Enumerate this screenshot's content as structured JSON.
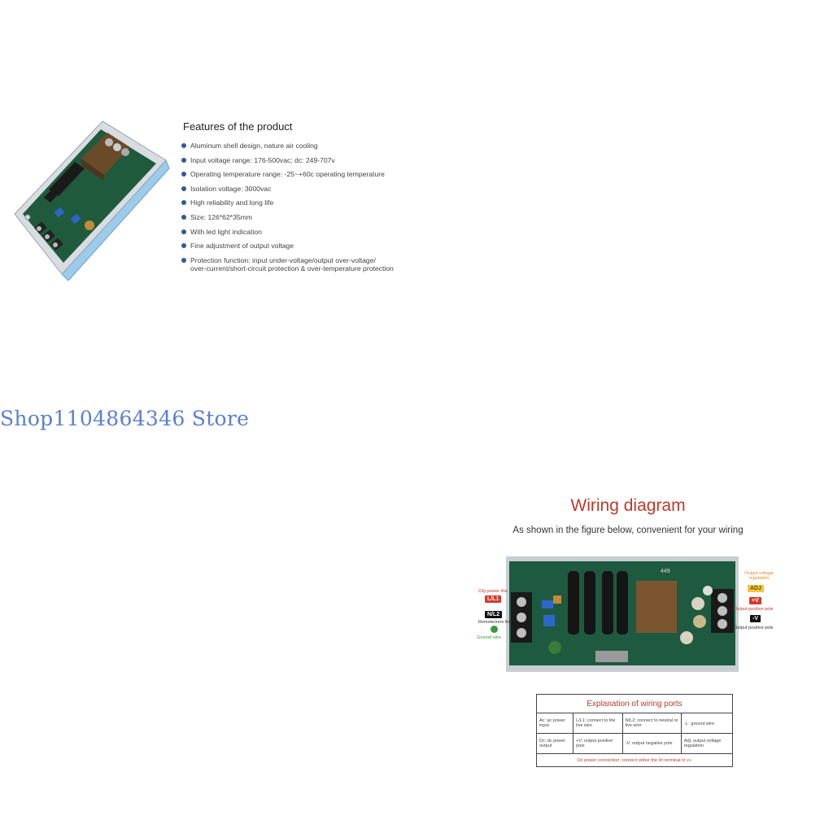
{
  "features": {
    "title": "Features of the product",
    "items": [
      "Aluminum shell design, nature air cooling",
      "Input voltage range: 176-500vac; dc: 249-707v",
      "Operating temperature range: -25~+60c operating temperature",
      "Isolation voltage: 3000vac",
      "High reliability and long life",
      "Size: 126*62*35mm",
      "With led light indication",
      "Fine adjustment of output voltage"
    ],
    "protection_line1": "Protection function: input under-voltage/output over-voltage/",
    "protection_line2": "over-current/short-circuit protection & over-temperature protection"
  },
  "store": {
    "name": "Shop1104864346 Store"
  },
  "wiring": {
    "title": "Wiring diagram",
    "subtitle": "As shown in the figure below, convenient for your wiring",
    "left_labels": {
      "city_power_live": "City power line",
      "l1": "L/L1",
      "n2": "N/L2",
      "neutral": "Remote/zero line",
      "ground": "Ground wire"
    },
    "right_labels": {
      "output_adj_note": "Output voltage regulation",
      "adj": "ADJ",
      "plus_v": "+V",
      "positive_pole": "Output positive pole",
      "minus_v": "-V",
      "negative_pole": "Output positive pole"
    },
    "board_marking": "449"
  },
  "ports": {
    "title": "Explanation of wiring ports",
    "rows": [
      [
        "Ac: ac power input",
        "L/L1: connect to the live wire",
        "N/L2: connect to neutral or live wire",
        "⏚: ground wire"
      ],
      [
        "Dc: dc power output",
        "+V: output positive pole",
        "-V: output negative pole",
        "Adj: output voltage regulation"
      ]
    ],
    "note": "Dc power connection: connect either the l/n terminal to v+"
  },
  "colors": {
    "accent_red": "#c0392b",
    "bullet_blue": "#2f5d8c",
    "store_blue": "#5b7fd0",
    "pcb_green": "#1f5a3c",
    "housing_blue": "#8fc3e8"
  }
}
